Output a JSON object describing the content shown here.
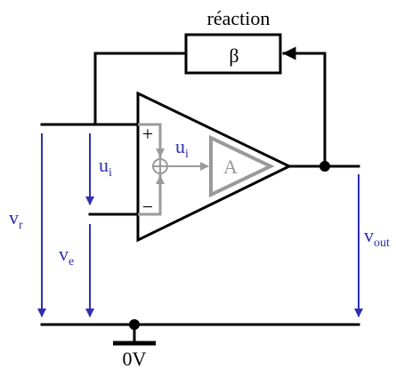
{
  "labels": {
    "feedback_title": "réaction",
    "beta": "β",
    "plus_sign": "+",
    "minus_sign": "−",
    "ui_input": "u",
    "ui_input_sub": "i",
    "ui_inner": "u",
    "ui_inner_sub": "i",
    "gain": "A",
    "vr": "v",
    "vr_sub": "r",
    "ve": "v",
    "ve_sub": "e",
    "vout": "v",
    "vout_sub": "out",
    "ground": "0V"
  },
  "colors": {
    "wire": "#000000",
    "internal": "#9a9a9a",
    "voltage_arrows": "#2f2fb3",
    "background": "#ffffff"
  },
  "icons": {
    "summing_junction": "circle-plus-icon",
    "ground_symbol": "ground-icon"
  }
}
